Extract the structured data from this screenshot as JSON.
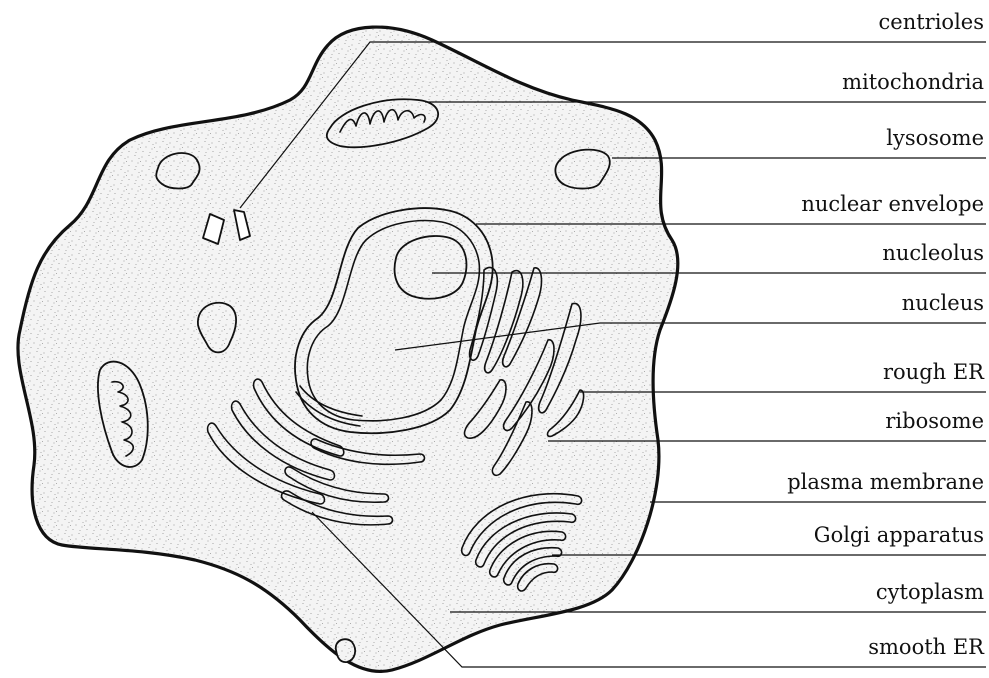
{
  "labels": {
    "centrioles": "centrioles",
    "mitochondria": "mitochondria",
    "lysosome": "lysosome",
    "nuclear_envelope": "nuclear envelope",
    "nucleolus": "nucleolus",
    "nucleus": "nucleus",
    "rough_er": "rough ER",
    "ribosome": "ribosome",
    "plasma_membrane": "plasma membrane",
    "golgi_apparatus": "Golgi apparatus",
    "cytoplasm": "cytoplasm",
    "smooth_er": "smooth ER"
  },
  "colors": {
    "ink": "#111111",
    "background": "#ffffff",
    "stipple": "#8a8a8a"
  }
}
